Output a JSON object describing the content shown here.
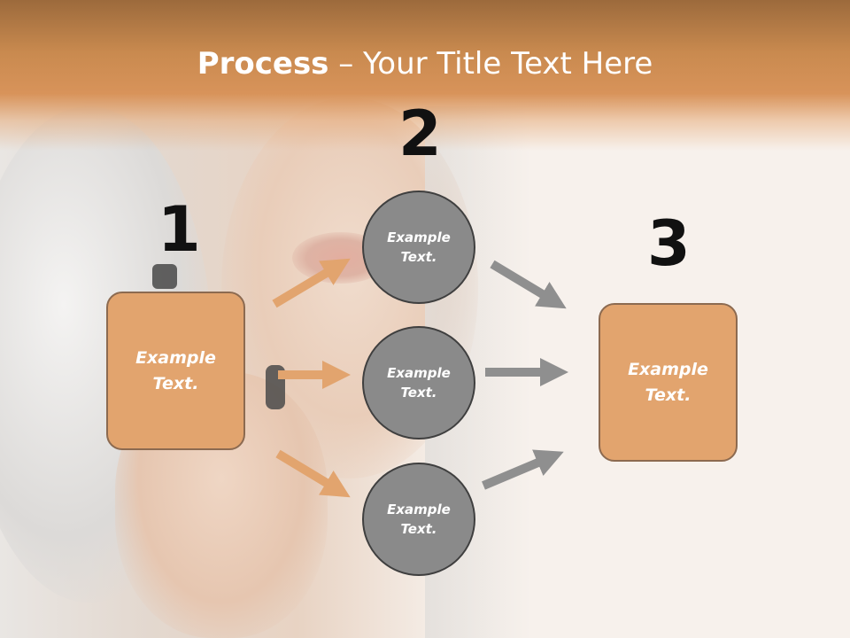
{
  "title": {
    "bold": "Process",
    "rest": " – Your Title Text Here"
  },
  "numbers": [
    "1",
    "2",
    "3"
  ],
  "nodes": {
    "left": "Example\nText.",
    "top": "Example\nText.",
    "middle": "Example\nText.",
    "bottom": "Example\nText.",
    "right": "Example\nText."
  },
  "colors": {
    "box_fill": "#e2a46e",
    "box_border": "#8c6a50",
    "circle_fill": "#8a8a8a",
    "circle_border": "#3f3f3f",
    "arrow_orange": "#e2a46e",
    "arrow_gray": "#8f8f8f"
  }
}
